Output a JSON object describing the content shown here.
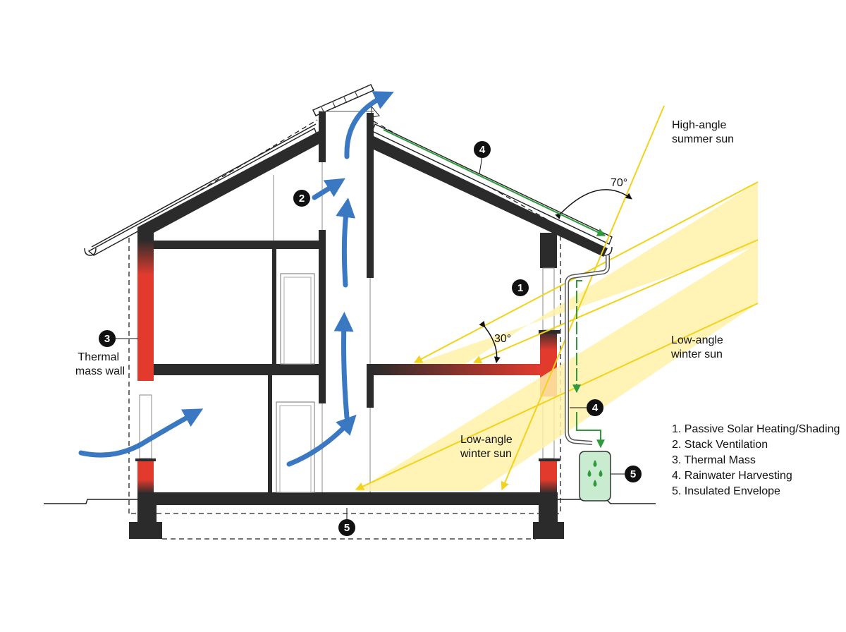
{
  "labels": {
    "summer_sun": [
      "High-angle",
      "summer sun"
    ],
    "winter_sun_right": [
      "Low-angle",
      "winter sun"
    ],
    "winter_sun_inside": [
      "Low-angle",
      "winter sun"
    ],
    "thermal_mass_wall": [
      "Thermal",
      "mass wall"
    ],
    "angle_summer": "70°",
    "angle_winter": "30°"
  },
  "markers": [
    "1",
    "2",
    "3",
    "4",
    "5"
  ],
  "legend": [
    "1. Passive Solar Heating/Shading",
    "2. Stack Ventilation",
    "3. Thermal Mass",
    "4. Rainwater Harvesting",
    "5. Insulated Envelope"
  ],
  "colors": {
    "structure": "#2b2b2b",
    "thermal_mass": "#e23b2e",
    "airflow": "#3a78c2",
    "sun_beam": "#fff2a8",
    "sun_ray": "#f2d21b",
    "rainwater": "#2e9a3c",
    "tank": "#c9ebd0",
    "marker": "#111111"
  },
  "icons": [
    "airflow-arrow-icon",
    "sun-ray-arrow-icon",
    "water-drop-icon",
    "rain-tank-icon",
    "solar-panel-icon"
  ]
}
